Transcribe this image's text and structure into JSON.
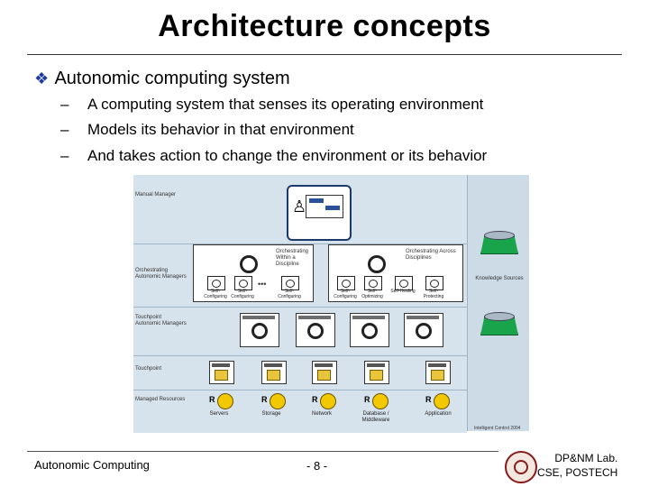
{
  "slide": {
    "title": "Architecture concepts",
    "bullet": "Autonomic computing system",
    "bullet_marker": "❖",
    "dash": "–",
    "subpoints": [
      "A computing system that senses its operating environment",
      "Models its behavior in that environment",
      "And takes action to change the environment or its behavior"
    ],
    "accent_color": "#1f3aa0"
  },
  "diagram": {
    "row_labels": [
      "Manual Manager",
      "Orchestrating Autonomic Managers",
      "Touchpoint Autonomic Managers",
      "Touchpoint",
      "Managed Resources"
    ],
    "knowledge_label": "Knowledge Sources",
    "orch_left_label": "Orchestrating Within a Discipline",
    "orch_right_label": "Orchestrating Across Disciplines",
    "left_mini_labels": [
      "Self-Configuring",
      "Self-Configuring",
      "Self-Configuring"
    ],
    "right_mini_labels": [
      "Self-Configuring",
      "Self-Optimizing",
      "Self-Healing",
      "Self-Protecting"
    ],
    "ellipsis": "•••",
    "resource_labels": [
      "Servers",
      "Storage",
      "Network",
      "Database / Middleware",
      "Application"
    ],
    "resource_letter": "R",
    "copyright": "Intelligent Control 2004"
  },
  "footer": {
    "left": "Autonomic Computing",
    "page": "- 8 -",
    "right_line1": "DP&NM Lab.",
    "right_line2": "CSE, POSTECH"
  }
}
